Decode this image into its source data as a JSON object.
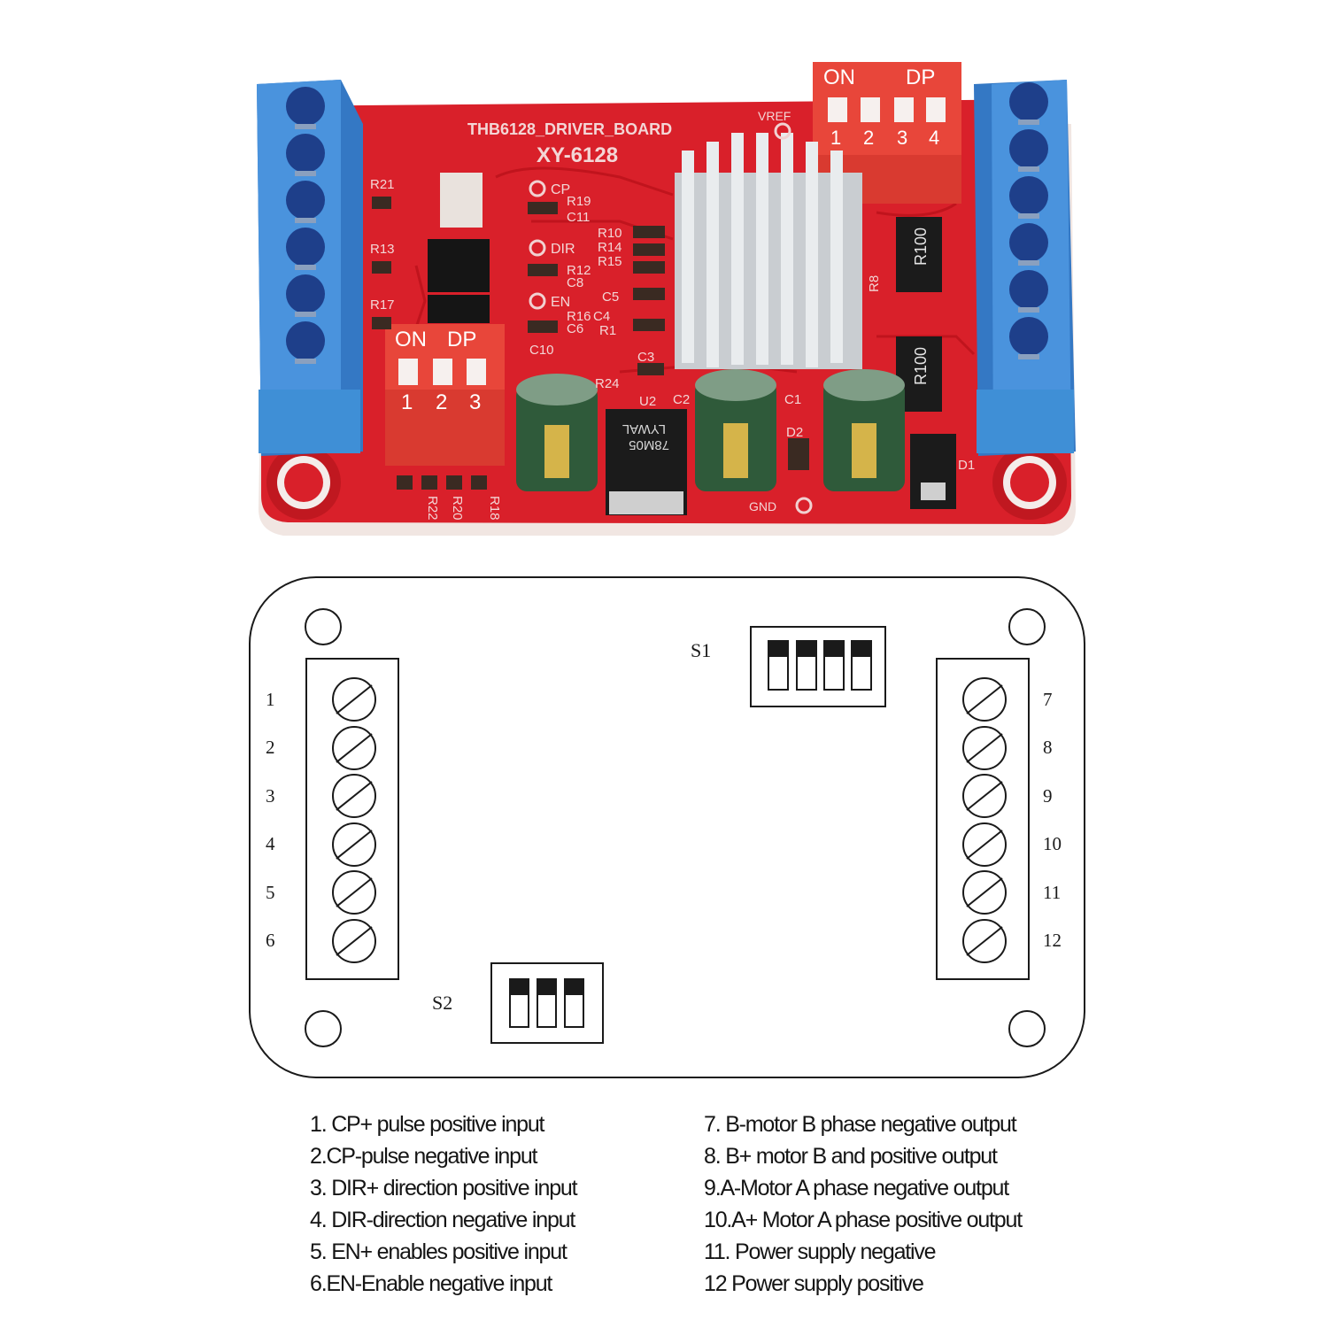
{
  "board": {
    "silkscreen_title": "THB6128_DRIVER_BOARD",
    "silkscreen_model": "XY-6128",
    "vref_label": "VREF",
    "dip_large": {
      "label_on": "ON",
      "label_dp": "DP",
      "numbers": [
        "1",
        "2",
        "3",
        "4"
      ]
    },
    "dip_small": {
      "label_on": "ON",
      "label_dp": "DP",
      "numbers": [
        "1",
        "2",
        "3"
      ]
    },
    "resistor_marking": "R100",
    "regulator_marking_1": "78M05",
    "regulator_marking_2": "LYWAL",
    "pad_labels": [
      "CP",
      "DIR",
      "EN",
      "GND"
    ],
    "component_labels": [
      "R21",
      "R13",
      "R17",
      "R19",
      "C11",
      "R12",
      "C8",
      "R16",
      "C6",
      "C10",
      "R10",
      "R14",
      "R15",
      "C5",
      "C4",
      "R1",
      "C3",
      "R24",
      "U2",
      "C2",
      "C1",
      "D2",
      "D1",
      "R8",
      "R22",
      "R20",
      "R18"
    ]
  },
  "schematic": {
    "s1_label": "S1",
    "s2_label": "S2",
    "left_terminal_numbers": [
      "1",
      "2",
      "3",
      "4",
      "5",
      "6"
    ],
    "right_terminal_numbers": [
      "7",
      "8",
      "9",
      "10",
      "11",
      "12"
    ]
  },
  "legend": {
    "left": [
      "1. CP+ pulse positive input",
      "2.CP-pulse negative input",
      "3. DIR+ direction positive input",
      "4. DIR-direction negative input",
      "5. EN+ enables positive input",
      "6.EN-Enable negative input"
    ],
    "right": [
      "7. B-motor B phase negative output",
      "8. B+ motor B and positive output",
      "9.A-Motor A phase negative output",
      "10.A+ Motor A phase positive output",
      "11. Power supply negative",
      "12 Power supply positive"
    ]
  },
  "colors": {
    "pcb_red": "#d9202a",
    "terminal_blue": "#3f8fd6",
    "dip_red": "#e8463a",
    "heatsink": "#d9dde0",
    "capacitor": "#2f5a3a"
  }
}
